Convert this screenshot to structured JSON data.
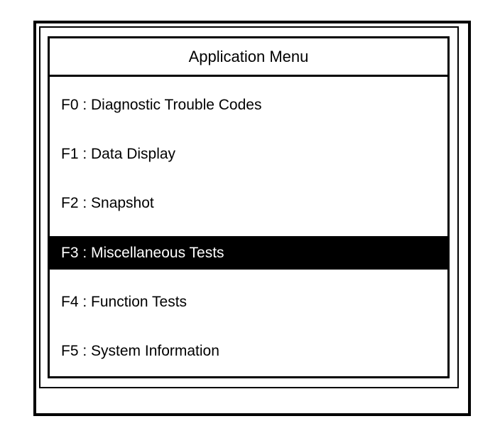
{
  "screen": {
    "title": "Application Menu",
    "menu_items": [
      {
        "key": "F0",
        "text": "F0 : Diagnostic Trouble Codes",
        "selected": false
      },
      {
        "key": "F1",
        "text": "F1 : Data Display",
        "selected": false
      },
      {
        "key": "F2",
        "text": "F2 : Snapshot",
        "selected": false
      },
      {
        "key": "F3",
        "text": "F3 : Miscellaneous Tests",
        "selected": true
      },
      {
        "key": "F4",
        "text": "F4 : Function Tests",
        "selected": false
      },
      {
        "key": "F5",
        "text": "F5 : System Information",
        "selected": false
      }
    ]
  },
  "colors": {
    "background": "#ffffff",
    "foreground": "#000000",
    "highlight_background": "#000000",
    "highlight_text": "#ffffff"
  }
}
